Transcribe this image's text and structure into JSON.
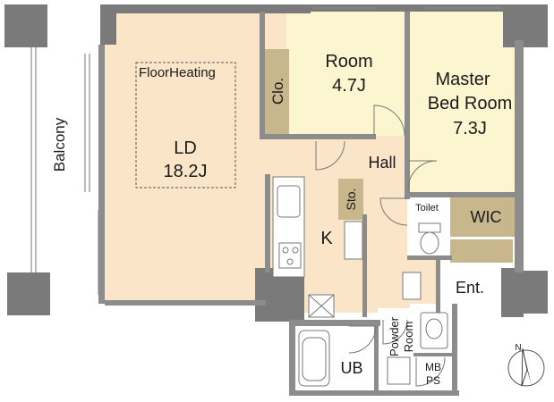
{
  "colors": {
    "wall": "#7a7a7a",
    "wall_thin": "#8c8c8c",
    "room_ld": "#fbe5c8",
    "room_bed": "#fbf6cf",
    "room_kitchen": "#fbe5c8",
    "closet": "#c8b68c",
    "wet": "#ffffff",
    "ink": "#1a1a1a"
  },
  "rooms": {
    "ld": {
      "name": "LD",
      "size": "18.2J"
    },
    "floor_heating": "FloorHeating",
    "room": {
      "name": "Room",
      "size": "4.7J"
    },
    "master": {
      "line1": "Master",
      "line2": "Bed Room",
      "size": "7.3J"
    },
    "closet": "Clo.",
    "hall": "Hall",
    "storage": "Sto.",
    "kitchen": "K",
    "toilet": "Toilet",
    "wic": "WIC",
    "entrance": "Ent.",
    "bath": "UB",
    "powder_line1": "Powder",
    "powder_line2": "Room",
    "mb": "MB",
    "ps": "PS",
    "balcony": "Balcony"
  },
  "compass": {
    "label": "N"
  }
}
